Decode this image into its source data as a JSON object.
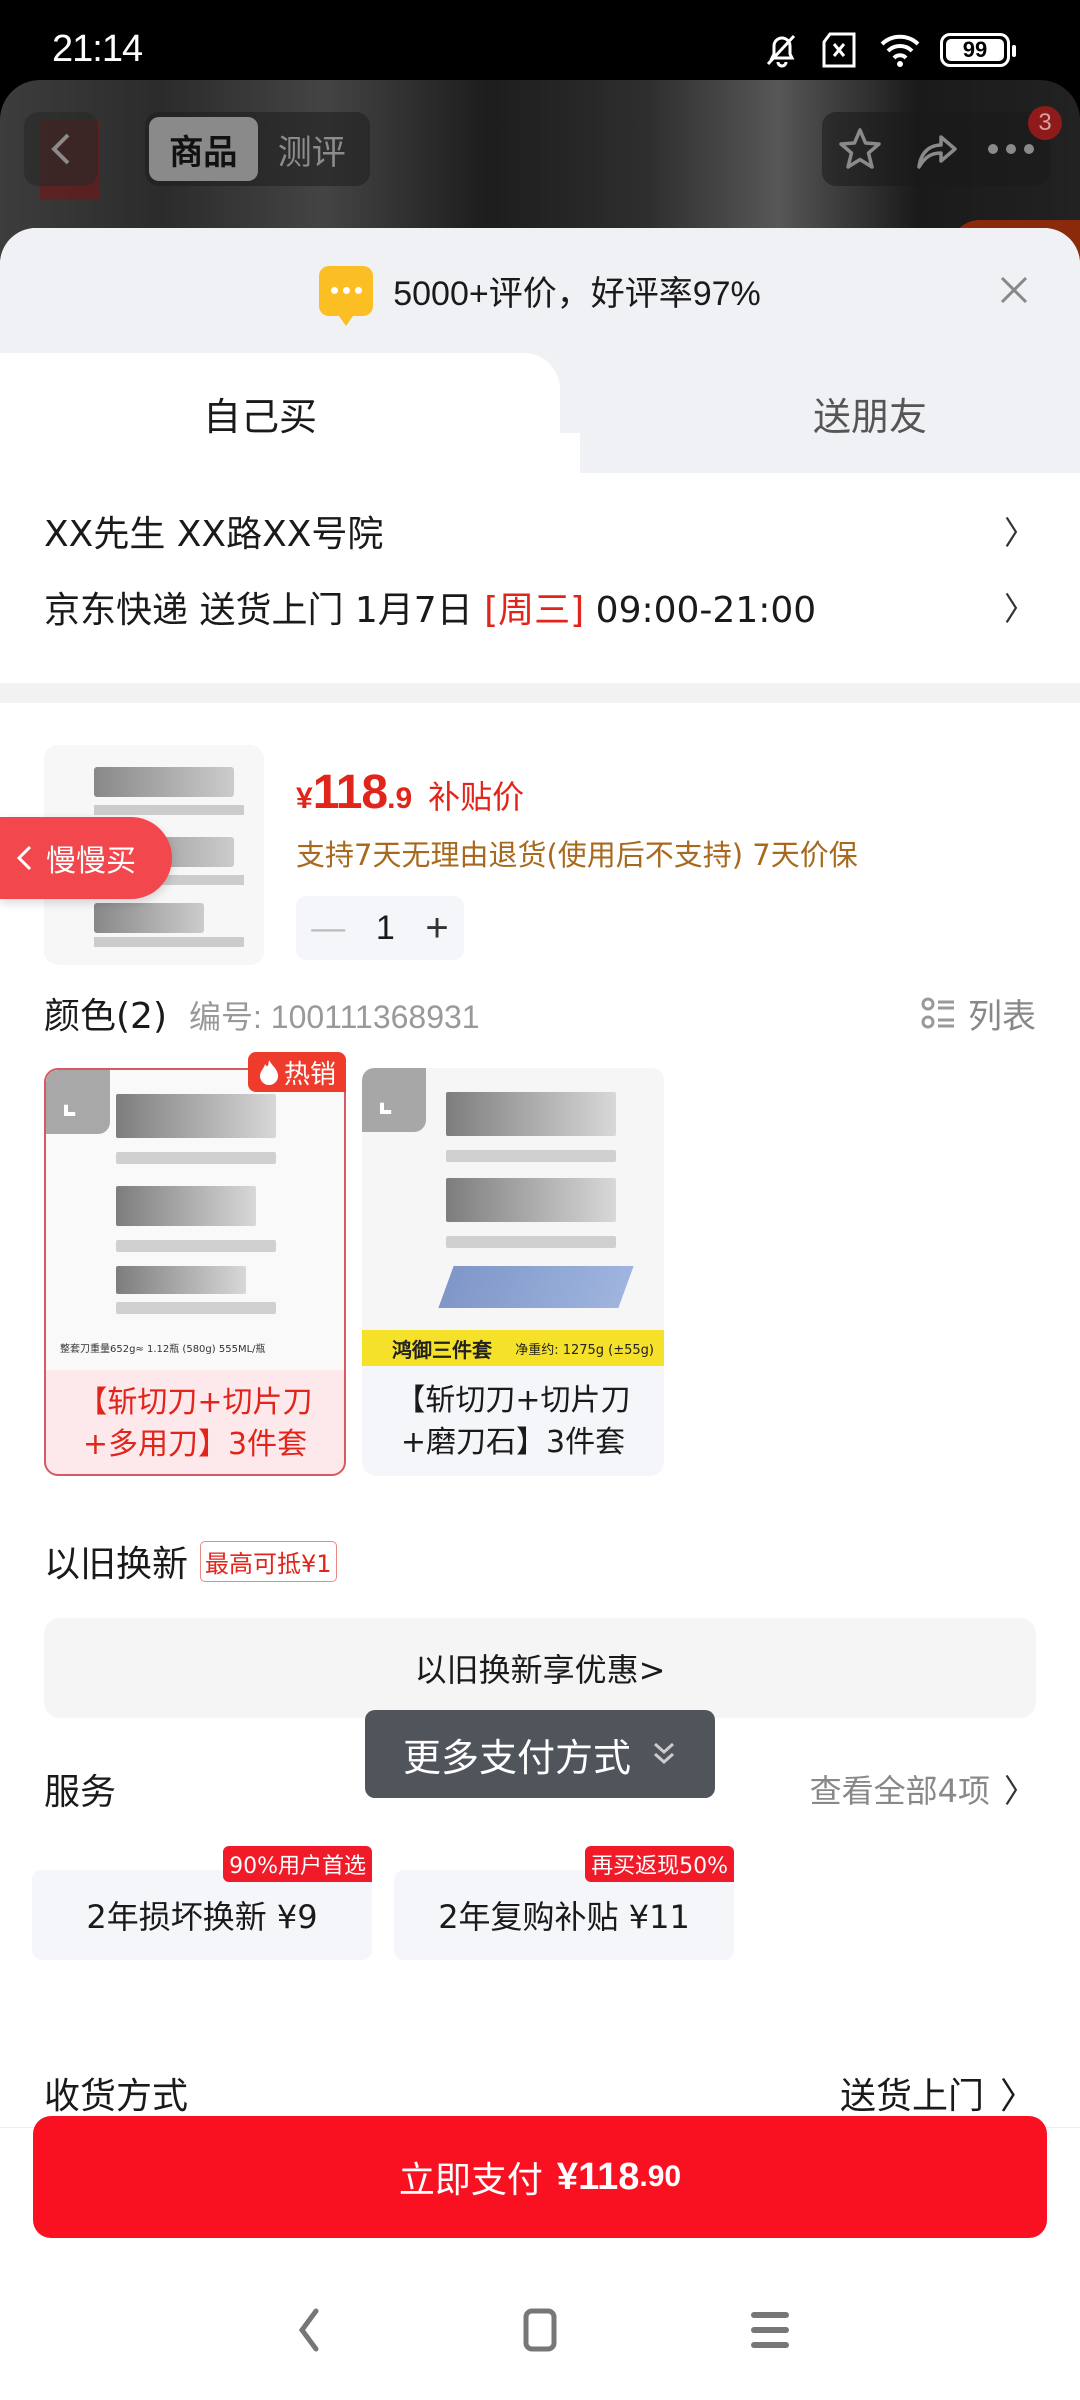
{
  "status_bar": {
    "time": "21:14",
    "battery": "99",
    "icons": [
      "bell-muted-icon",
      "no-sim-icon",
      "wifi-icon",
      "battery-icon"
    ]
  },
  "top_nav": {
    "tabs": [
      {
        "label": "商品",
        "active": true
      },
      {
        "label": "测评",
        "active": false
      }
    ],
    "actions": [
      "star-icon",
      "share-icon",
      "more-icon"
    ],
    "more_badge": "3"
  },
  "review_banner": {
    "text": "5000+评价，好评率97%"
  },
  "buy_tabs": [
    {
      "label": "自己买",
      "active": true
    },
    {
      "label": "送朋友",
      "active": false
    }
  ],
  "address": {
    "recipient": "XX先生  XX路XX号院",
    "shipping_prefix": "京东快递 送货上门 1月7日 ",
    "shipping_weekday": "[周三]",
    "shipping_window": " 09:00-21:00"
  },
  "product": {
    "price_symbol": "¥",
    "price_int": "118",
    "price_dec": ".9",
    "price_label": "补贴价",
    "service_note": "支持7天无理由退货(使用后不支持) 7天价保",
    "quantity": "1"
  },
  "slow_buy": {
    "label": "慢慢买"
  },
  "spec": {
    "title": "颜色(2)",
    "code": "编号: 100111368931",
    "list_label": "列表",
    "variants": [
      {
        "label": "【斩切刀+切片刀+多用刀】3件套",
        "selected": true,
        "badge": "热销",
        "caption": "整套刀重量652g≈ 1.12瓶 (580g) 555ML/瓶"
      },
      {
        "label": "【斩切刀+切片刀+磨刀石】3件套",
        "selected": false,
        "bar_title": "鸿御三件套",
        "bar_note": "净重约: 1275g (±55g)"
      }
    ]
  },
  "trade_in": {
    "title": "以旧换新",
    "tag": "最高可抵¥1",
    "button": "以旧换新享优惠>"
  },
  "services": {
    "title": "服务",
    "view_all": "查看全部4项",
    "items": [
      {
        "label": "2年损坏换新  ¥9",
        "tag": "90%用户首选"
      },
      {
        "label": "2年复购补贴  ¥11",
        "tag": "再买返现50%"
      }
    ]
  },
  "more_payment": {
    "label": "更多支付方式"
  },
  "delivery": {
    "label": "收货方式",
    "value": "送货上门"
  },
  "pay_button": {
    "label": "立即支付 ",
    "amount_symbol": "¥",
    "amount_int": "118",
    "amount_dec": ".90"
  },
  "system_nav": [
    "back-icon",
    "home-icon",
    "recents-icon"
  ],
  "colors": {
    "accent_red": "#f91122",
    "price_red": "#e1251b",
    "note_brown": "#a8691e",
    "badge_yellow": "#fbbf24",
    "toast_gray": "#50545b"
  }
}
